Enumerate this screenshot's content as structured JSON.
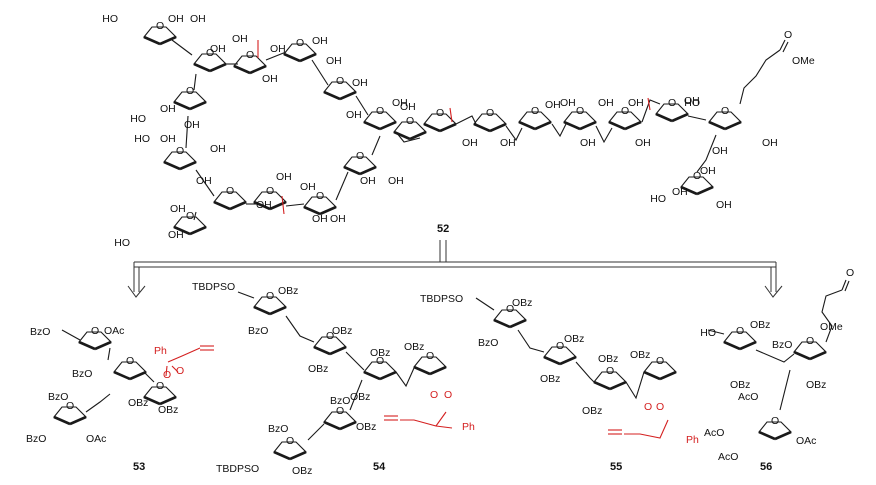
{
  "figure": {
    "compounds": [
      {
        "id": "52",
        "label": "52"
      },
      {
        "id": "53",
        "label": "53"
      },
      {
        "id": "54",
        "label": "54"
      },
      {
        "id": "55",
        "label": "55"
      },
      {
        "id": "56",
        "label": "56"
      }
    ],
    "atom_labels": {
      "oh": "OH",
      "ho": "HO",
      "obz": "OBz",
      "bzo": "BzO",
      "oac": "OAc",
      "aco": "AcO",
      "tbdpso": "TBDPSO",
      "ome": "OMe",
      "o": "O",
      "ph": "Ph"
    },
    "colors": {
      "highlight": "#d42020",
      "ink": "#1a1a1a"
    }
  }
}
